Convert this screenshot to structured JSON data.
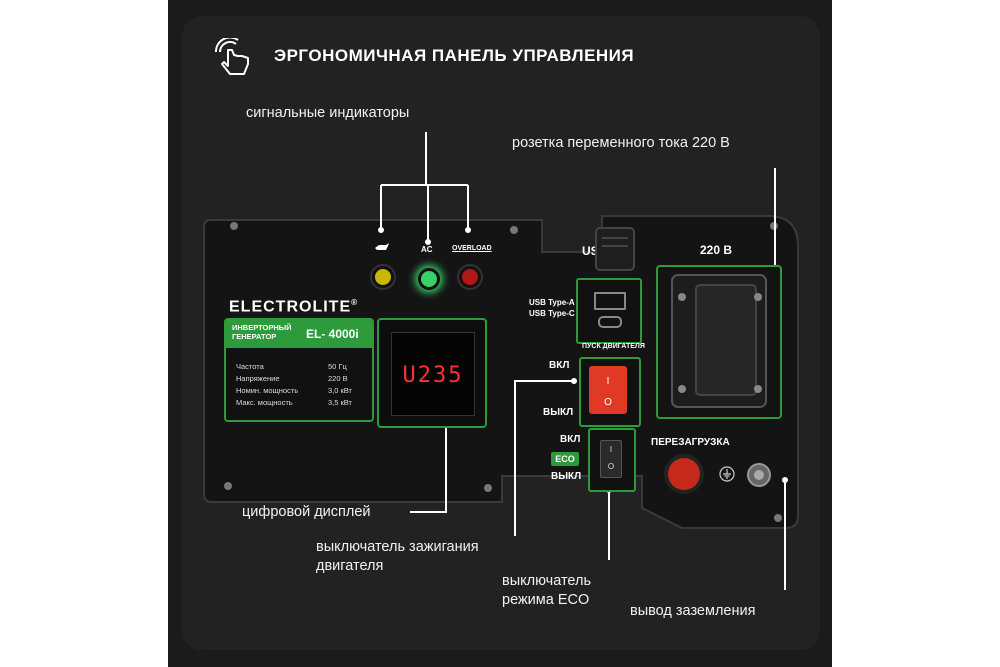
{
  "header": {
    "title": "ЭРГОНОМИЧНАЯ ПАНЕЛЬ УПРАВЛЕНИЯ",
    "icon": "touch-hand-icon"
  },
  "callouts": {
    "indicators": "сигнальные индикаторы",
    "ac_outlet": "розетка переменного тока 220 В",
    "digital_display": "цифровой дисплей",
    "ignition_switch_line1": "выключатель зажигания",
    "ignition_switch_line2": "двигателя",
    "eco_switch_line1": "выключатель",
    "eco_switch_line2": "режима ECO",
    "ground": "вывод заземления"
  },
  "panel": {
    "brand": "ELECTROLITE",
    "brand_mark": "®",
    "indicators": {
      "ac_label": "AC",
      "overload_label": "OVERLOAD",
      "oil_icon": "oil-can-icon"
    },
    "spec": {
      "type_line": "ИНВЕРТОРНЫЙ ГЕНЕРАТОР",
      "model": "EL- 4000i",
      "rows": [
        {
          "label": "Частота",
          "value": "50 Гц"
        },
        {
          "label": "Напряжение",
          "value": "220 В"
        },
        {
          "label": "Номин. мощность",
          "value": "3,0 кВт"
        },
        {
          "label": "Макс. мощность",
          "value": "3,5 кВт"
        }
      ]
    },
    "display_value": "U235",
    "usb": {
      "title": "USB",
      "type_a": "USB Type-A",
      "type_c": "USB Type-C"
    },
    "outlet_label": "220 В",
    "engine_start": {
      "label": "ПУСК ДВИГАТЕЛЯ",
      "on": "ВКЛ",
      "off": "ВЫКЛ",
      "on_mark": "I",
      "off_mark": "O"
    },
    "eco": {
      "on": "ВКЛ",
      "tag": "ECO",
      "off": "ВЫКЛ",
      "on_mark": "I",
      "off_mark": "O"
    },
    "reset_label": "ПЕРЕЗАГРУЗКА",
    "ground_icon": "ground-symbol-icon"
  },
  "colors": {
    "accent_green": "#2d9a3c",
    "display_red": "#ff3030",
    "switch_red": "#e03a24",
    "indicator_ac": "#3ad06b",
    "indicator_overload": "#b01818",
    "indicator_oil": "#c8b800"
  }
}
